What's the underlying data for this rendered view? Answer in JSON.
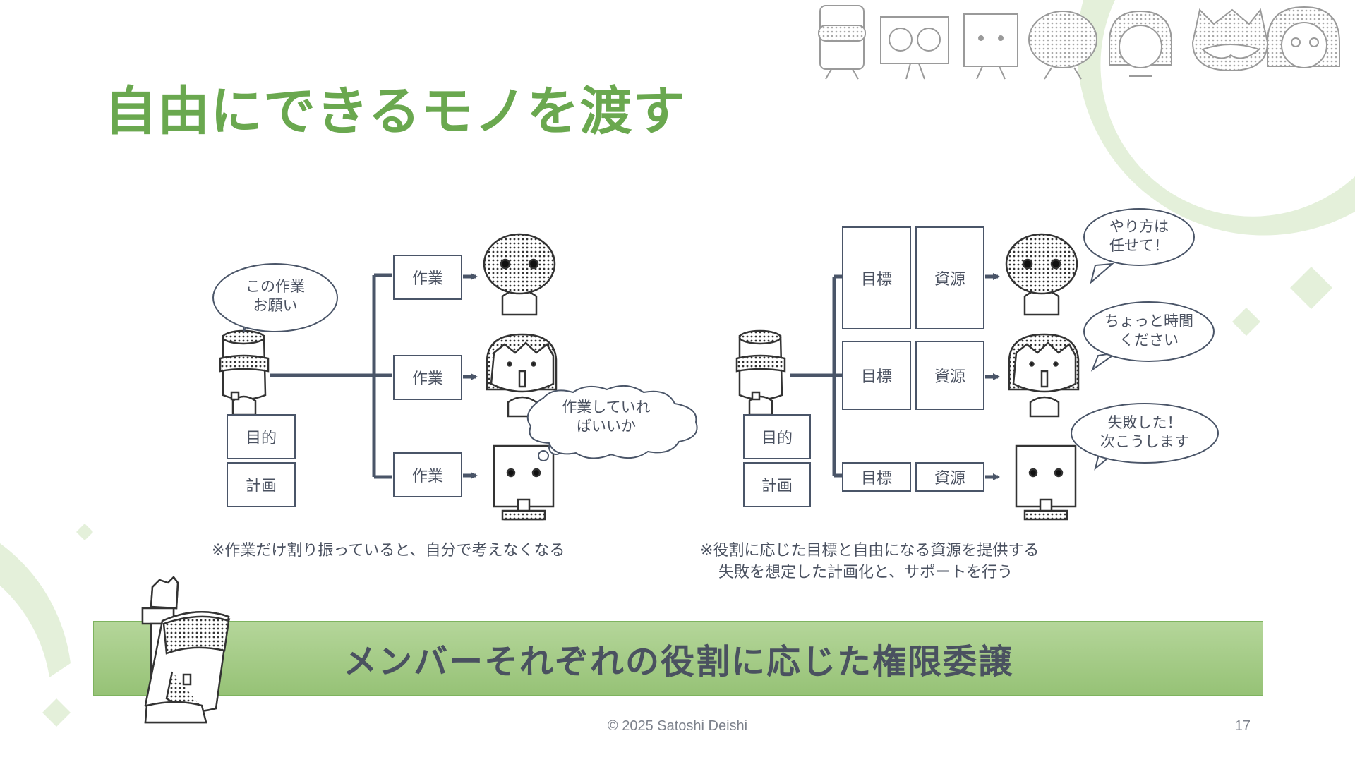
{
  "slide": {
    "title": "自由にできるモノを渡す",
    "banner": "メンバーそれぞれの役割に応じた権限委譲",
    "copyright": "© 2025 Satoshi Deishi",
    "page_number": "17",
    "accent_color": "#6aa84f",
    "banner_color": "#a7cd8a"
  },
  "left_diagram": {
    "bubble_line1": "この作業",
    "bubble_line2": "お願い",
    "task_labels": [
      "作業",
      "作業",
      "作業"
    ],
    "purpose_label": "目的",
    "plan_label": "計画",
    "thought_line1": "作業していれ",
    "thought_line2": "ばいいか",
    "note": "※作業だけ割り振っていると、自分で考えなくなる"
  },
  "right_diagram": {
    "goal_labels": [
      "目標",
      "目標",
      "目標"
    ],
    "resource_labels": [
      "資源",
      "資源",
      "資源"
    ],
    "purpose_label": "目的",
    "plan_label": "計画",
    "bubble1_line1": "やり方は",
    "bubble1_line2": "任せて！",
    "bubble2_line1": "ちょっと時間",
    "bubble2_line2": "ください",
    "bubble3_line1": "失敗した！",
    "bubble3_line2": "次こうします",
    "note_line1": "※役割に応じた目標と自由になる資源を提供する",
    "note_line2": "失敗を想定した計画化と、サポートを行う"
  }
}
